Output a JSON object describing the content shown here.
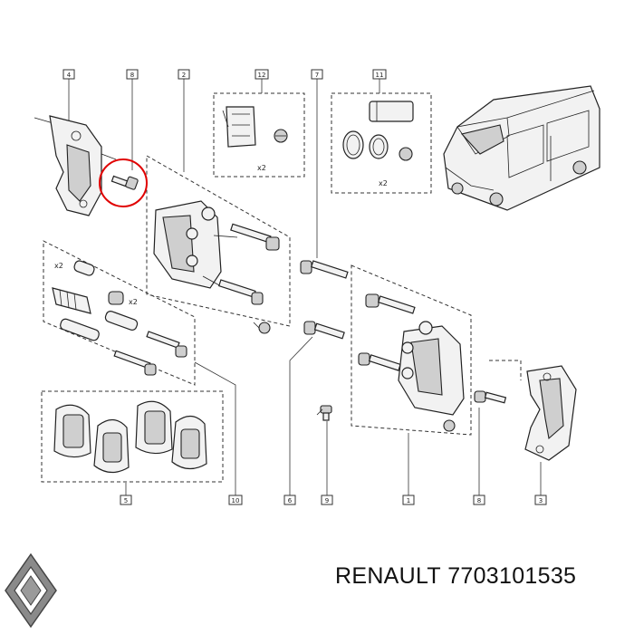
{
  "diagram": {
    "callouts": [
      "4",
      "8",
      "2",
      "12",
      "7",
      "11",
      "5",
      "10",
      "6",
      "9",
      "1",
      "8",
      "3"
    ],
    "quantities": [
      "x2",
      "x2",
      "x2",
      "x2"
    ]
  },
  "footer": {
    "brand": "RENAULT",
    "part_number": "7703101535"
  },
  "colors": {
    "highlight_circle": "#e00000",
    "ink": "#222222"
  },
  "icons": [
    "renault-logo"
  ]
}
